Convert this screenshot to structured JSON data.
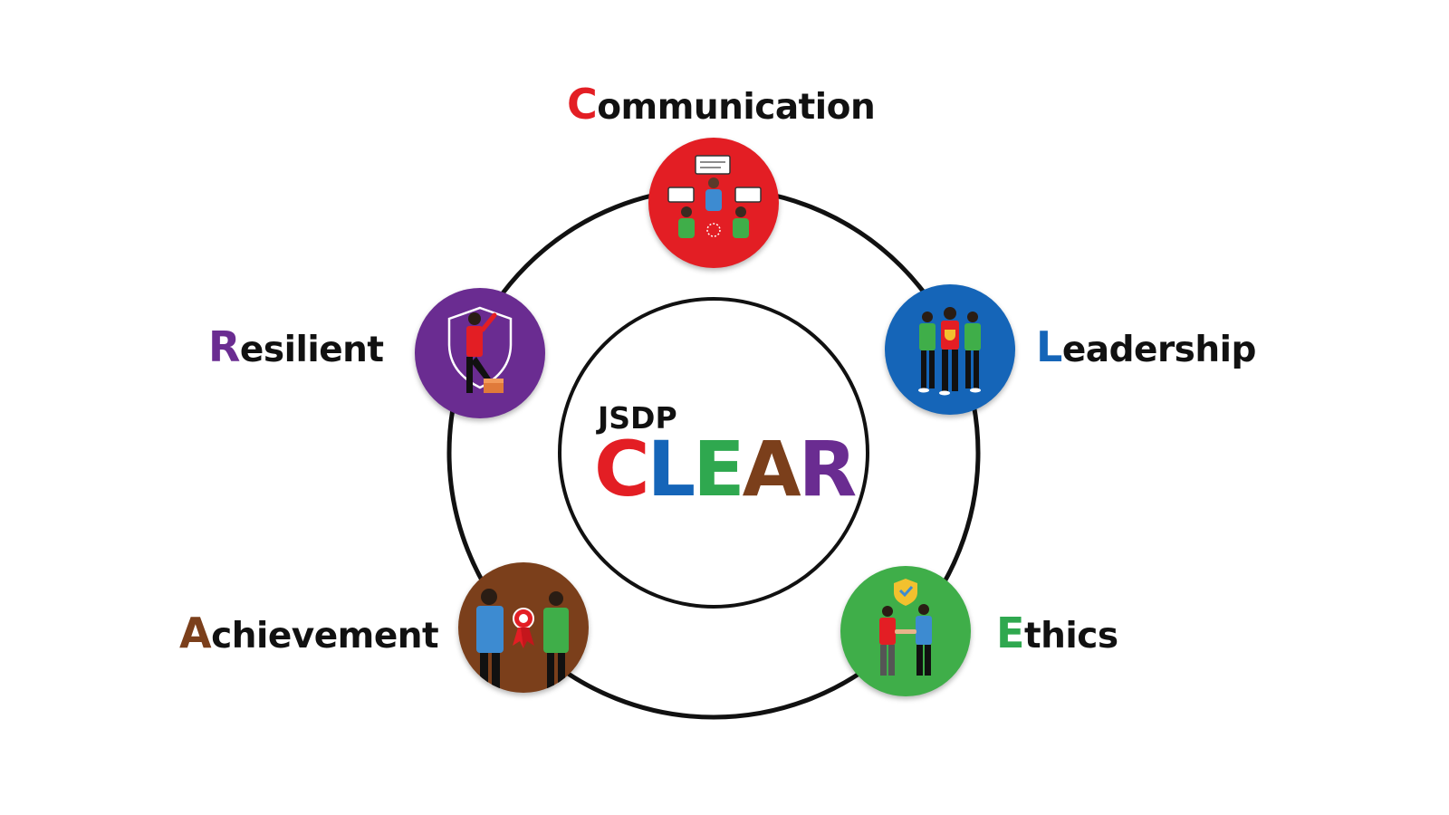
{
  "center": {
    "title": "JSDP",
    "letters": [
      {
        "char": "C",
        "color": "#e31e24"
      },
      {
        "char": "L",
        "color": "#1565b8"
      },
      {
        "char": "E",
        "color": "#2fa84f"
      },
      {
        "char": "A",
        "color": "#7b3f1b"
      },
      {
        "char": "R",
        "color": "#6a2c91"
      }
    ]
  },
  "values": [
    {
      "initial": "C",
      "rest": "ommunication",
      "color": "#e31e24",
      "icon": "communication-group-icon"
    },
    {
      "initial": "L",
      "rest": "eadership",
      "color": "#1565b8",
      "icon": "leadership-team-trophy-icon"
    },
    {
      "initial": "E",
      "rest": "thics",
      "color": "#2fa84f",
      "icon": "ethics-handshake-icon"
    },
    {
      "initial": "A",
      "rest": "chievement",
      "color": "#7b3f1b",
      "icon": "achievement-award-ribbon-icon"
    },
    {
      "initial": "R",
      "rest": "esilient",
      "color": "#6a2c91",
      "icon": "resilient-shield-icon"
    }
  ]
}
